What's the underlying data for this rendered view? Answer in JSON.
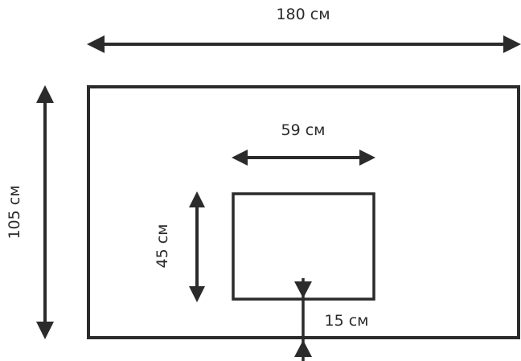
{
  "dimensions": {
    "outer_width": "180 см",
    "outer_height": "105 см",
    "inner_width": "59 см",
    "inner_height": "45 см",
    "bottom_offset": "15 см"
  },
  "colors": {
    "stroke": "#2b2b2b",
    "background": "#ffffff"
  }
}
